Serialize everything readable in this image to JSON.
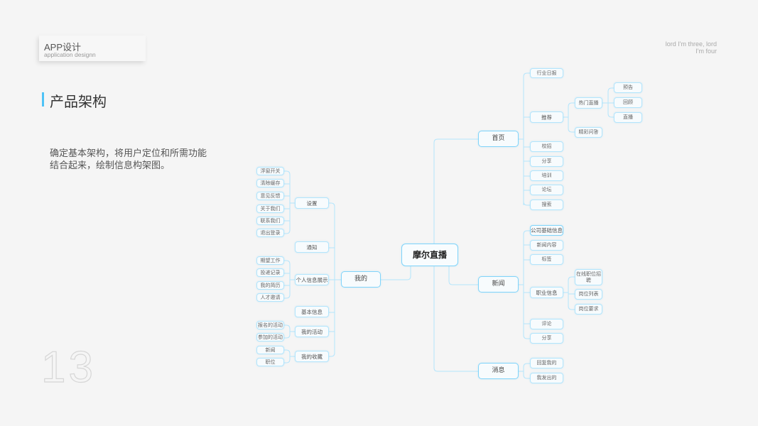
{
  "header": {
    "app_title": "APP设计",
    "app_subtitle": "application designn",
    "lyric_line1": "lord I'm three, lord",
    "lyric_line2": "I'm four"
  },
  "section": {
    "title": "产品架构",
    "description": "确定基本架构，将用户定位和所需功能结合起来，绘制信息构架图。"
  },
  "page_number": "13",
  "accent_color": "#4fc3f7",
  "mindmap": {
    "root": "摩尔直播",
    "home": {
      "label": "首页",
      "industry_daily": "行业日报",
      "recommend": "推荐",
      "hot_live": "热门直播",
      "preview": "预告",
      "replay": "回顾",
      "live": "直播",
      "qa": "精彩问答",
      "campus": "校招",
      "share": "分享",
      "training": "培训",
      "forum": "论坛",
      "search": "搜索"
    },
    "news": {
      "label": "新闻",
      "company_info": "公司基础信息",
      "news_content": "新闻内容",
      "tags": "标签",
      "job_info": "职业信息",
      "online_recruit": "在线职位招聘",
      "job_list": "岗位列表",
      "job_req": "岗位要求",
      "comment": "评论",
      "share": "分享"
    },
    "message": {
      "label": "消息",
      "replied_me": "回复我的",
      "sent_by_me": "我发出的"
    },
    "mine": {
      "label": "我的",
      "settings": "设置",
      "float_switch": "浮窗开关",
      "clear_cache": "清除缓存",
      "feedback": "意见反馈",
      "about": "关于我们",
      "contact": "联系我们",
      "logout": "退出登录",
      "notice": "通知",
      "profile": "个人信息展示",
      "desired_job": "期望工作",
      "delivery_record": "投递记录",
      "my_resume": "我的简历",
      "talent_invite": "人才邀请",
      "basic_info": "基本信息",
      "my_activity": "我的活动",
      "signed_activity": "报名的活动",
      "joined_activity": "参加的活动",
      "my_favorites": "我的收藏",
      "fav_news": "新闻",
      "fav_job": "职位"
    }
  }
}
